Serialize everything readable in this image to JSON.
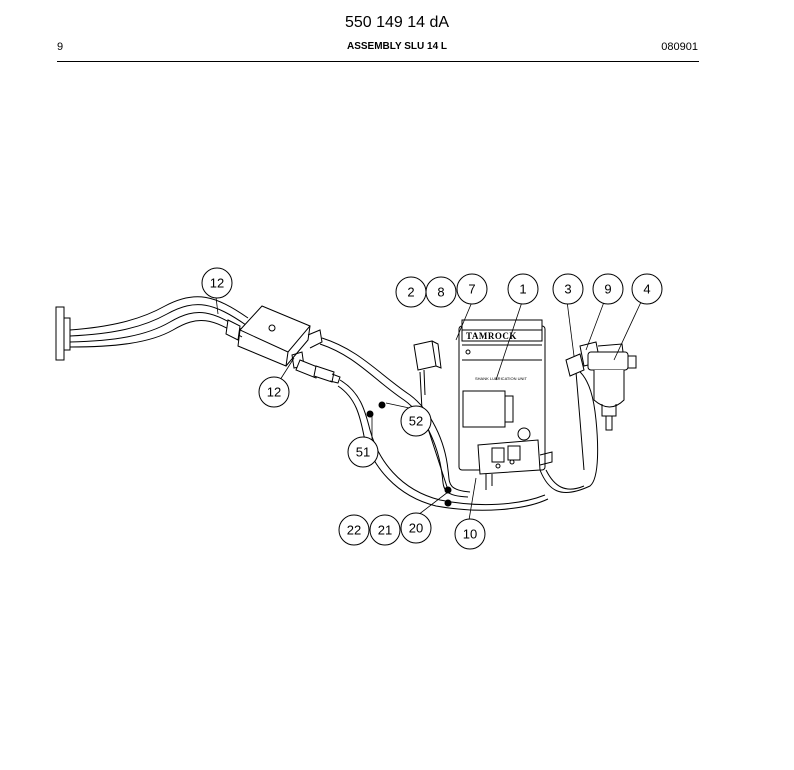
{
  "header": {
    "doc_number": "550 149 14 dA",
    "page": "9",
    "title": "ASSEMBLY SLU 14 L",
    "date": "080901"
  },
  "diagram": {
    "unit_brand": "TAMROCK",
    "unit_label": "SHANK LUBRICATION UNIT",
    "callouts": [
      "12",
      "12",
      "2",
      "8",
      "7",
      "1",
      "3",
      "9",
      "4",
      "52",
      "51",
      "22",
      "21",
      "20",
      "10"
    ]
  }
}
